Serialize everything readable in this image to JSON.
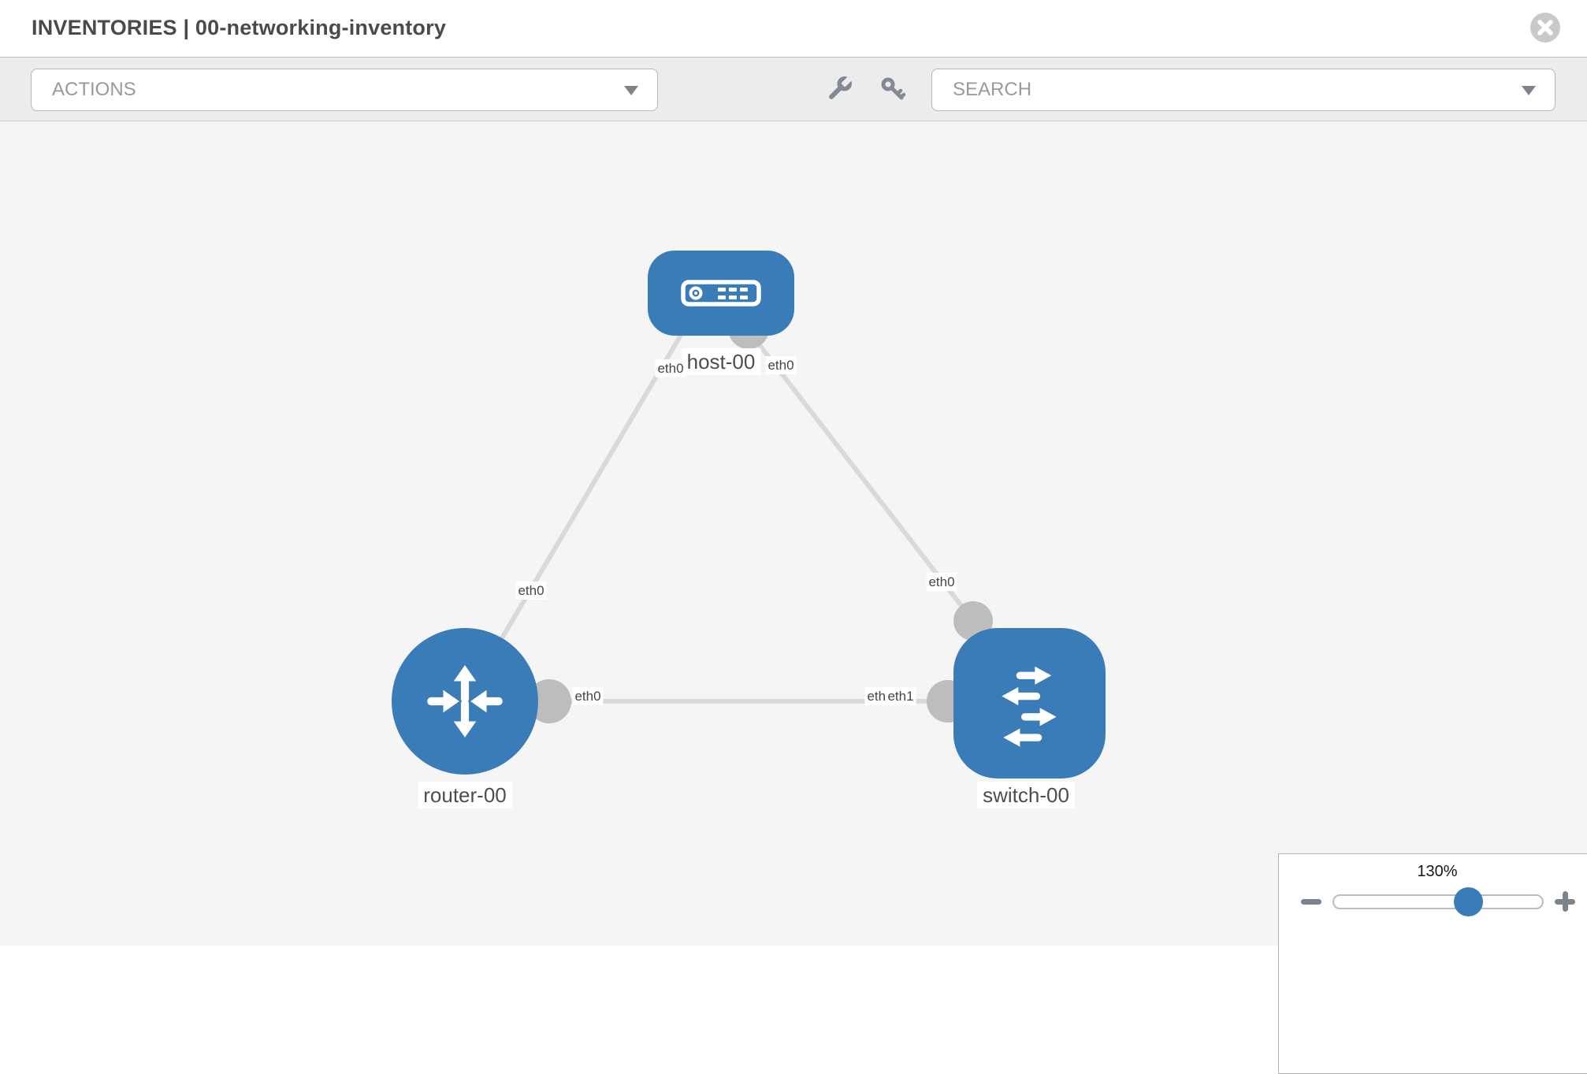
{
  "header": {
    "title": "INVENTORIES | 00-networking-inventory"
  },
  "toolbar": {
    "actions_label": "ACTIONS",
    "search_label": "SEARCH",
    "icons": [
      "wrench-icon",
      "key-icon"
    ]
  },
  "topology": {
    "nodes": [
      {
        "id": "host-00",
        "label": "host-00",
        "type": "host",
        "icon": "server-icon"
      },
      {
        "id": "router-00",
        "label": "router-00",
        "type": "router",
        "icon": "router-arrows-icon"
      },
      {
        "id": "switch-00",
        "label": "switch-00",
        "type": "switch",
        "icon": "switch-arrows-icon"
      }
    ],
    "links": [
      {
        "source": "host-00",
        "target": "router-00",
        "source_interface": "eth0",
        "target_interface": "eth0"
      },
      {
        "source": "host-00",
        "target": "switch-00",
        "source_interface": "eth0",
        "target_interface": "eth0"
      },
      {
        "source": "router-00",
        "target": "switch-00",
        "source_interface": "eth0",
        "target_interface": "eth1"
      }
    ],
    "interface_labels": [
      {
        "text": "eth0",
        "at": "host-00 end of host-router link"
      },
      {
        "text": "eth0",
        "at": "host-00 end of host-switch link"
      },
      {
        "text": "eth0",
        "at": "router-00 end of host-router link"
      },
      {
        "text": "eth0",
        "at": "switch-00 end of host-switch link"
      },
      {
        "text": "eth0",
        "at": "router-00 end of router-switch link"
      },
      {
        "text": "eth0",
        "at": "switch-00 end of router-switch link (partially covered)"
      },
      {
        "text": "eth1",
        "at": "switch-00 end of router-switch link"
      }
    ]
  },
  "zoom_control": {
    "value": "130%",
    "percent": 130,
    "zoom_out_icon": "minus",
    "zoom_in_icon": "plus"
  },
  "colors": {
    "node_blue": "#3a7cb8",
    "link_gray": "#d9d9d9",
    "connector_gray": "#bdbdbd",
    "toolbar_bg": "#ececec",
    "canvas_bg": "#f5f5f6",
    "placeholder_gray": "#9a9a9a",
    "icon_gray": "#7d838c",
    "close_circle_gray": "#c9c9c9",
    "title_gray": "#4a4a4a"
  }
}
